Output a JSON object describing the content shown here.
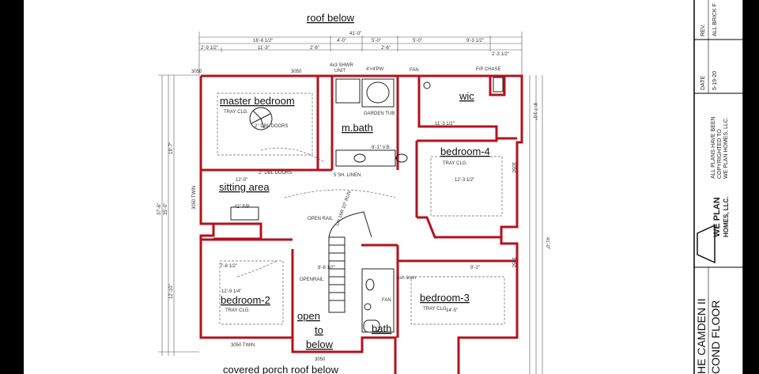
{
  "labels": {
    "roof_below": "roof below",
    "master_bedroom": "master bedroom",
    "mbath": "m.bath",
    "wic": "wic",
    "bedroom4": "bedroom-4",
    "sitting_area": "sitting area",
    "bedroom2": "bedroom-2",
    "bedroom3": "bedroom-3",
    "open": "open",
    "to": "to",
    "below": "below",
    "bath": "bath",
    "covered_porch": "covered porch roof below"
  },
  "notes": {
    "tray_clg": "TRAY CLG.",
    "dbl_doors_1": "2° DBL DOORS",
    "dbl_doors_2": "2° DBL DOORS",
    "shwr": "4x3 SHWR",
    "unit": "UNIT",
    "pw": "4ʹ×4ʹPW",
    "fan": "FAN",
    "fan2": "FAN",
    "fp_chase": "F/P CHASE",
    "garden_tub": "GARDEN TUB",
    "vb": "8'-1\" V.B.",
    "linen": "5 SH. LINEN",
    "fp": "42\" F/P",
    "open_rail": "OPEN RAIL",
    "openrail": "OPENRAIL",
    "stair": "DN 16R 10\" RUN",
    "sh_linen": "5sh linen",
    "w3050_a": "3050",
    "w3050_b": "3050",
    "w3050_c": "3050",
    "w3050_d": "3050",
    "w3050_twin": "3050 TWIN",
    "w3050_twin_v": "3050 TWIN",
    "w3050_e": "3050"
  },
  "dims": {
    "overall": "41'-0\"",
    "d16_6": "16'-6 1/2\"",
    "d4_0": "4'-0\"",
    "d5_0a": "5'-0\"",
    "d5_0b": "5'-0\"",
    "d9_3": "9'-3 1/2\"",
    "d2_9": "2'-9 1/2\"",
    "d11_3": "11'-3\"",
    "d2_6a": "2'-6\"",
    "d2_6b": "2'-6\"",
    "d2_3": "2'-3 1/2\"",
    "d12_0": "12'-0\"",
    "d7_8": "7'-8 1/2\"",
    "d12_9": "12'-9 1/4\"",
    "d8_8": "8'-8 1/2\"",
    "d12_3": "12'-3 1/2\"",
    "d11_3b": "11'-3 1/2\"",
    "d14_5": "14'-5\"",
    "d9_2": "9'-2\"",
    "v19_7": "19'-7\"",
    "v35_0": "35'-0\"",
    "v37_6": "37'-6\"",
    "v12_10": "12'-10\"",
    "v41_0": "41'-0\"",
    "v8_7": "8'-7 1/2\""
  },
  "title_block": {
    "rev": "REV.",
    "rev_note": "ALL BRICK F",
    "date": "DATE",
    "date_value": "5-19-20",
    "copyright_1": "ALL PLANS HAVE BEEN",
    "copyright_2": "COPYRIGHTED TO",
    "copyright_3": "WE PLAN HOMES, LLC.",
    "brand_1": "WE PLAN",
    "brand_2": "HOMES, LLC.",
    "plan_name": "HE CAMDEN II",
    "floor": "COND FLOOR"
  }
}
